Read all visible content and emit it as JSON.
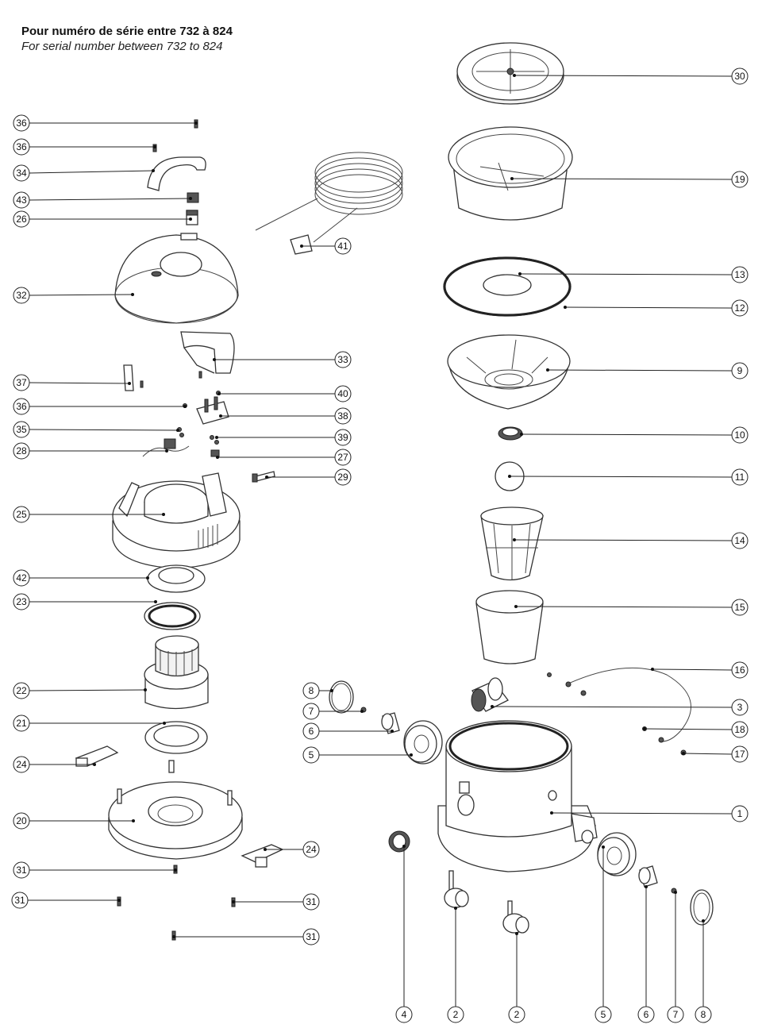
{
  "header": {
    "title_fr": "Pour numéro de série entre 732 à 824",
    "title_en": "For serial number between 732 to 824"
  },
  "callouts": {
    "c30": "30",
    "c19": "19",
    "c13": "13",
    "c12": "12",
    "c9": "9",
    "c10": "10",
    "c11": "11",
    "c14": "14",
    "c15": "15",
    "c16": "16",
    "c3": "3",
    "c18": "18",
    "c17": "17",
    "c1": "1",
    "c36a": "36",
    "c36b": "36",
    "c34": "34",
    "c43": "43",
    "c26": "26",
    "c41": "41",
    "c32": "32",
    "c33": "33",
    "c37": "37",
    "c40": "40",
    "c36c": "36",
    "c38": "38",
    "c35": "35",
    "c39": "39",
    "c28": "28",
    "c27": "27",
    "c29": "29",
    "c25": "25",
    "c42": "42",
    "c23": "23",
    "c22": "22",
    "c21": "21",
    "c24a": "24",
    "c20": "20",
    "c24b": "24",
    "c31a": "31",
    "c31b": "31",
    "c31c": "31",
    "c31d": "31",
    "c8a": "8",
    "c7a": "7",
    "c6a": "6",
    "c5a": "5",
    "c4": "4",
    "c2a": "2",
    "c2b": "2",
    "c5b": "5",
    "c6b": "6",
    "c7b": "7",
    "c8b": "8"
  }
}
